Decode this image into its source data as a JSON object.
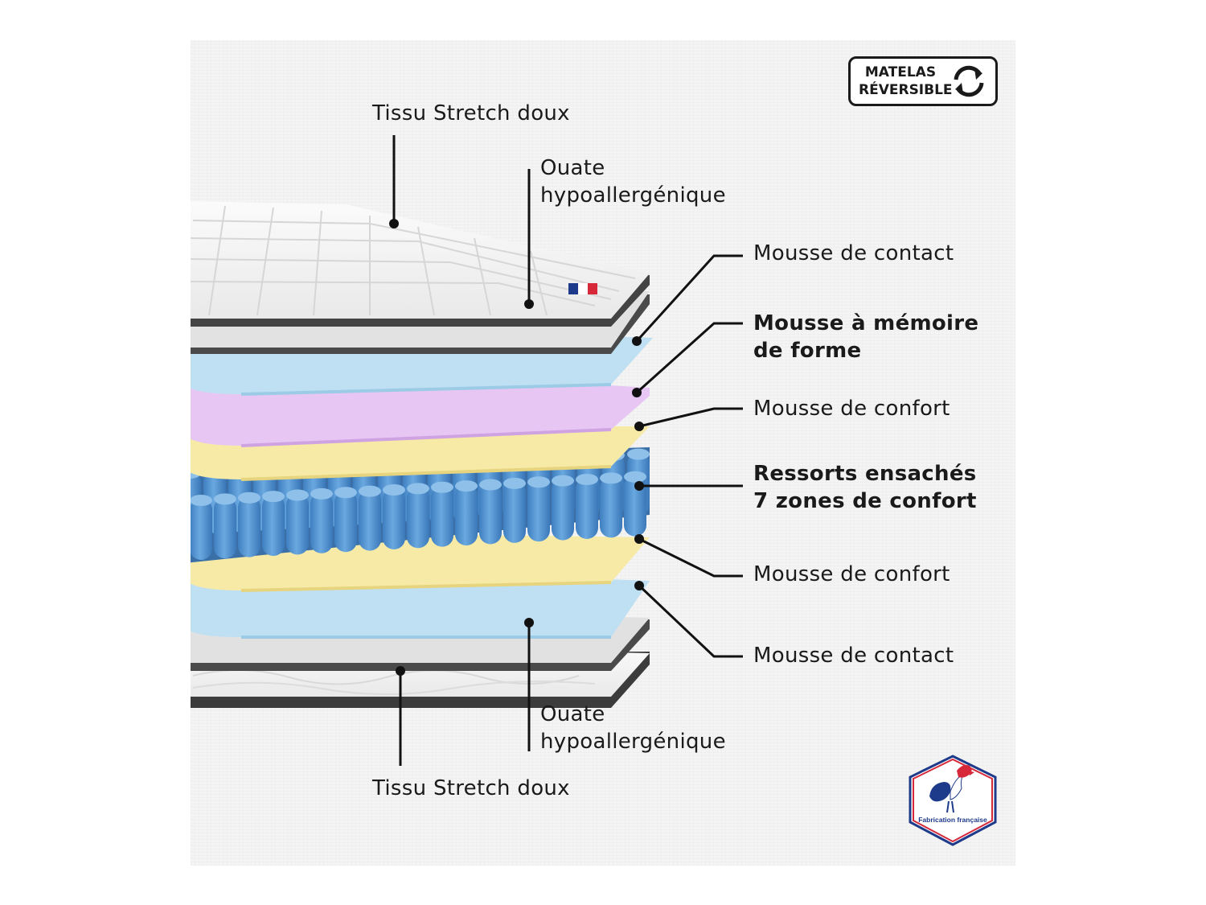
{
  "badge_reversible": {
    "line1": "MATELAS",
    "line2": "RÉVERSIBLE",
    "icon": "rotate-arrows-icon"
  },
  "labels": {
    "top_fabric": "Tissu Stretch doux",
    "top_wadding": [
      "Ouate",
      "hypoallergénique"
    ],
    "contact_1": "Mousse de contact",
    "memory_foam": [
      "Mousse à mémoire",
      "de forme"
    ],
    "comfort_1": "Mousse de confort",
    "springs": [
      "Ressorts ensachés",
      "7 zones de confort"
    ],
    "comfort_2": "Mousse de confort",
    "contact_2": "Mousse de contact",
    "bottom_wadding": [
      "Ouate",
      "hypoallergénique"
    ],
    "bottom_fabric": "Tissu Stretch doux"
  },
  "badge_france": {
    "caption": "Fabrication française",
    "icon": "rooster-icon"
  },
  "colors": {
    "fabric": "#f7f7f7",
    "wadding": "#e2e2e2",
    "contact_foam": "#bfe0f3",
    "memory_foam": "#e7c6f3",
    "comfort_foam": "#f7eaa6",
    "springs": "#4f90cf",
    "line": "#111111",
    "france_blue": "#1e3a8a",
    "france_red": "#d62839"
  }
}
